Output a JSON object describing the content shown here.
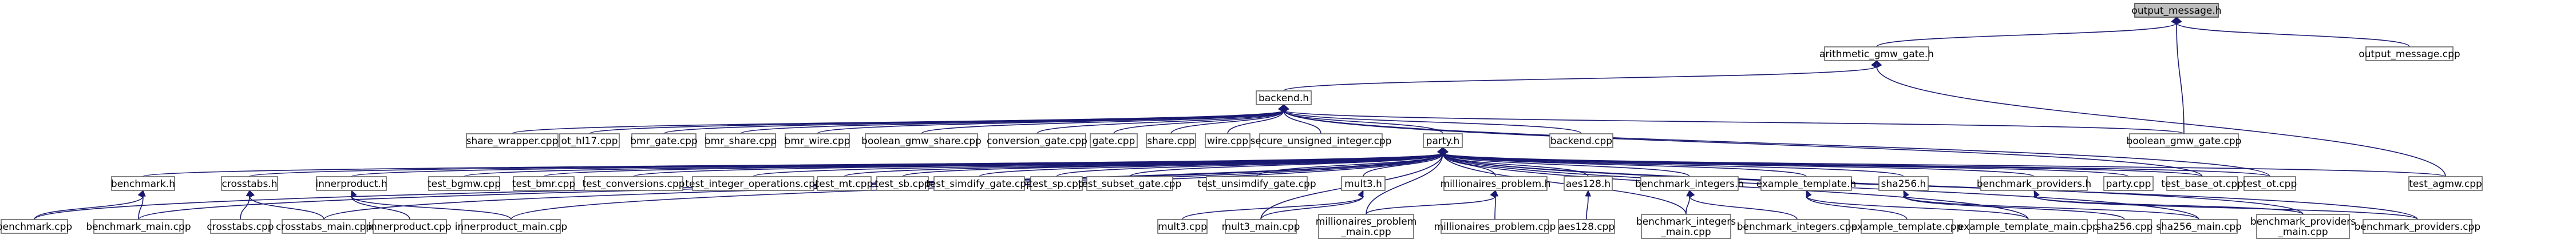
{
  "graph": {
    "colors": {
      "edge": "#191970",
      "node_border": "#666666",
      "focus_fill": "#bfbfbf",
      "background": "#ffffff"
    },
    "nodes": [
      {
        "id": "output_message_h",
        "label": "output_message.h",
        "focus": true
      },
      {
        "id": "arithmetic_gmw_gate_h",
        "label": "arithmetic_gmw_gate.h"
      },
      {
        "id": "output_message_cpp",
        "label": "output_message.cpp"
      },
      {
        "id": "backend_h",
        "label": "backend.h"
      },
      {
        "id": "share_wrapper_cpp",
        "label": "share_wrapper.cpp"
      },
      {
        "id": "ot_hl17_cpp",
        "label": "ot_hl17.cpp"
      },
      {
        "id": "bmr_gate_cpp",
        "label": "bmr_gate.cpp"
      },
      {
        "id": "bmr_share_cpp",
        "label": "bmr_share.cpp"
      },
      {
        "id": "bmr_wire_cpp",
        "label": "bmr_wire.cpp"
      },
      {
        "id": "boolean_gmw_share_cpp",
        "label": "boolean_gmw_share.cpp"
      },
      {
        "id": "conversion_gate_cpp",
        "label": "conversion_gate.cpp"
      },
      {
        "id": "gate_cpp",
        "label": "gate.cpp"
      },
      {
        "id": "share_cpp",
        "label": "share.cpp"
      },
      {
        "id": "wire_cpp",
        "label": "wire.cpp"
      },
      {
        "id": "secure_unsigned_integer_cpp",
        "label": "secure_unsigned_integer.cpp"
      },
      {
        "id": "party_h",
        "label": "party.h"
      },
      {
        "id": "backend_cpp",
        "label": "backend.cpp"
      },
      {
        "id": "boolean_gmw_gate_cpp",
        "label": "boolean_gmw_gate.cpp"
      },
      {
        "id": "test_agmw_cpp",
        "label": "test_agmw.cpp"
      },
      {
        "id": "benchmark_h",
        "label": "benchmark.h"
      },
      {
        "id": "crosstabs_h",
        "label": "crosstabs.h"
      },
      {
        "id": "innerproduct_h",
        "label": "innerproduct.h"
      },
      {
        "id": "test_bgmw_cpp",
        "label": "test_bgmw.cpp"
      },
      {
        "id": "test_bmr_cpp",
        "label": "test_bmr.cpp"
      },
      {
        "id": "test_conversions_cpp",
        "label": "test_conversions.cpp"
      },
      {
        "id": "test_integer_operations_cpp",
        "label": "test_integer_operations.cpp"
      },
      {
        "id": "test_mt_cpp",
        "label": "test_mt.cpp"
      },
      {
        "id": "test_sb_cpp",
        "label": "test_sb.cpp"
      },
      {
        "id": "test_simdify_gate_cpp",
        "label": "test_simdify_gate.cpp"
      },
      {
        "id": "test_sp_cpp",
        "label": "test_sp.cpp"
      },
      {
        "id": "test_subset_gate_cpp",
        "label": "test_subset_gate.cpp"
      },
      {
        "id": "test_unsimdify_gate_cpp",
        "label": "test_unsimdify_gate.cpp"
      },
      {
        "id": "mult3_h",
        "label": "mult3.h"
      },
      {
        "id": "millionaires_problem_h",
        "label": "millionaires_problem.h"
      },
      {
        "id": "aes128_h",
        "label": "aes128.h"
      },
      {
        "id": "benchmark_integers_h",
        "label": "benchmark_integers.h"
      },
      {
        "id": "example_template_h",
        "label": "example_template.h"
      },
      {
        "id": "sha256_h",
        "label": "sha256.h"
      },
      {
        "id": "benchmark_providers_h",
        "label": "benchmark_providers.h"
      },
      {
        "id": "party_cpp",
        "label": "party.cpp"
      },
      {
        "id": "test_base_ot_cpp",
        "label": "test_base_ot.cpp"
      },
      {
        "id": "test_ot_cpp",
        "label": "test_ot.cpp"
      },
      {
        "id": "benchmark_cpp",
        "label": "benchmark.cpp"
      },
      {
        "id": "benchmark_main_cpp",
        "label": "benchmark_main.cpp"
      },
      {
        "id": "crosstabs_cpp",
        "label": "crosstabs.cpp"
      },
      {
        "id": "crosstabs_main_cpp",
        "label": "crosstabs_main.cpp"
      },
      {
        "id": "innerproduct_cpp",
        "label": "innerproduct.cpp"
      },
      {
        "id": "innerproduct_main_cpp",
        "label": "innerproduct_main.cpp"
      },
      {
        "id": "mult3_cpp",
        "label": "mult3.cpp"
      },
      {
        "id": "mult3_main_cpp",
        "label": "mult3_main.cpp"
      },
      {
        "id": "millionaires_problem_main_cpp",
        "label": [
          "millionaires_problem",
          "_main.cpp"
        ]
      },
      {
        "id": "millionaires_problem_cpp",
        "label": "millionaires_problem.cpp"
      },
      {
        "id": "aes128_cpp",
        "label": "aes128.cpp"
      },
      {
        "id": "benchmark_integers_main_cpp",
        "label": [
          "benchmark_integers",
          "_main.cpp"
        ]
      },
      {
        "id": "benchmark_integers_cpp",
        "label": "benchmark_integers.cpp"
      },
      {
        "id": "example_template_cpp",
        "label": "example_template.cpp"
      },
      {
        "id": "example_template_main_cpp",
        "label": "example_template_main.cpp"
      },
      {
        "id": "sha256_cpp",
        "label": "sha256.cpp"
      },
      {
        "id": "sha256_main_cpp",
        "label": "sha256_main.cpp"
      },
      {
        "id": "benchmark_providers_main_cpp",
        "label": [
          "benchmark_providers",
          "_main.cpp"
        ]
      },
      {
        "id": "benchmark_providers_cpp",
        "label": "benchmark_providers.cpp"
      }
    ],
    "edges": [
      [
        "output_message_h",
        "arithmetic_gmw_gate_h"
      ],
      [
        "output_message_h",
        "output_message_cpp"
      ],
      [
        "output_message_h",
        "boolean_gmw_gate_cpp"
      ],
      [
        "arithmetic_gmw_gate_h",
        "backend_h"
      ],
      [
        "arithmetic_gmw_gate_h",
        "test_agmw_cpp"
      ],
      [
        "backend_h",
        "share_wrapper_cpp"
      ],
      [
        "backend_h",
        "ot_hl17_cpp"
      ],
      [
        "backend_h",
        "bmr_gate_cpp"
      ],
      [
        "backend_h",
        "bmr_share_cpp"
      ],
      [
        "backend_h",
        "bmr_wire_cpp"
      ],
      [
        "backend_h",
        "boolean_gmw_share_cpp"
      ],
      [
        "backend_h",
        "conversion_gate_cpp"
      ],
      [
        "backend_h",
        "gate_cpp"
      ],
      [
        "backend_h",
        "share_cpp"
      ],
      [
        "backend_h",
        "wire_cpp"
      ],
      [
        "backend_h",
        "secure_unsigned_integer_cpp"
      ],
      [
        "backend_h",
        "party_h"
      ],
      [
        "backend_h",
        "backend_cpp"
      ],
      [
        "backend_h",
        "boolean_gmw_gate_cpp"
      ],
      [
        "backend_h",
        "test_base_ot_cpp"
      ],
      [
        "backend_h",
        "test_ot_cpp"
      ],
      [
        "party_h",
        "benchmark_h"
      ],
      [
        "party_h",
        "crosstabs_h"
      ],
      [
        "party_h",
        "innerproduct_h"
      ],
      [
        "party_h",
        "test_bgmw_cpp"
      ],
      [
        "party_h",
        "test_bmr_cpp"
      ],
      [
        "party_h",
        "test_conversions_cpp"
      ],
      [
        "party_h",
        "test_integer_operations_cpp"
      ],
      [
        "party_h",
        "test_mt_cpp"
      ],
      [
        "party_h",
        "test_sb_cpp"
      ],
      [
        "party_h",
        "test_simdify_gate_cpp"
      ],
      [
        "party_h",
        "test_sp_cpp"
      ],
      [
        "party_h",
        "test_subset_gate_cpp"
      ],
      [
        "party_h",
        "test_unsimdify_gate_cpp"
      ],
      [
        "party_h",
        "mult3_h"
      ],
      [
        "party_h",
        "millionaires_problem_h"
      ],
      [
        "party_h",
        "aes128_h"
      ],
      [
        "party_h",
        "benchmark_integers_h"
      ],
      [
        "party_h",
        "example_template_h"
      ],
      [
        "party_h",
        "sha256_h"
      ],
      [
        "party_h",
        "benchmark_providers_h"
      ],
      [
        "party_h",
        "party_cpp"
      ],
      [
        "party_h",
        "test_base_ot_cpp"
      ],
      [
        "party_h",
        "test_ot_cpp"
      ],
      [
        "party_h",
        "test_agmw_cpp"
      ],
      [
        "party_h",
        "benchmark_cpp"
      ],
      [
        "party_h",
        "benchmark_main_cpp"
      ],
      [
        "party_h",
        "crosstabs_main_cpp"
      ],
      [
        "party_h",
        "innerproduct_main_cpp"
      ],
      [
        "party_h",
        "mult3_main_cpp"
      ],
      [
        "party_h",
        "millionaires_problem_main_cpp"
      ],
      [
        "party_h",
        "benchmark_integers_main_cpp"
      ],
      [
        "party_h",
        "example_template_main_cpp"
      ],
      [
        "party_h",
        "sha256_main_cpp"
      ],
      [
        "party_h",
        "benchmark_providers_main_cpp"
      ],
      [
        "party_h",
        "benchmark_providers_cpp"
      ],
      [
        "benchmark_h",
        "benchmark_cpp"
      ],
      [
        "benchmark_h",
        "benchmark_main_cpp"
      ],
      [
        "crosstabs_h",
        "crosstabs_cpp"
      ],
      [
        "crosstabs_h",
        "crosstabs_main_cpp"
      ],
      [
        "innerproduct_h",
        "innerproduct_cpp"
      ],
      [
        "innerproduct_h",
        "innerproduct_main_cpp"
      ],
      [
        "mult3_h",
        "mult3_cpp"
      ],
      [
        "mult3_h",
        "mult3_main_cpp"
      ],
      [
        "millionaires_problem_h",
        "millionaires_problem_main_cpp"
      ],
      [
        "millionaires_problem_h",
        "millionaires_problem_cpp"
      ],
      [
        "aes128_h",
        "aes128_cpp"
      ],
      [
        "benchmark_integers_h",
        "benchmark_integers_main_cpp"
      ],
      [
        "benchmark_integers_h",
        "benchmark_integers_cpp"
      ],
      [
        "example_template_h",
        "example_template_cpp"
      ],
      [
        "example_template_h",
        "example_template_main_cpp"
      ],
      [
        "sha256_h",
        "sha256_cpp"
      ],
      [
        "sha256_h",
        "sha256_main_cpp"
      ],
      [
        "benchmark_providers_h",
        "benchmark_providers_main_cpp"
      ],
      [
        "benchmark_providers_h",
        "benchmark_providers_cpp"
      ]
    ]
  }
}
